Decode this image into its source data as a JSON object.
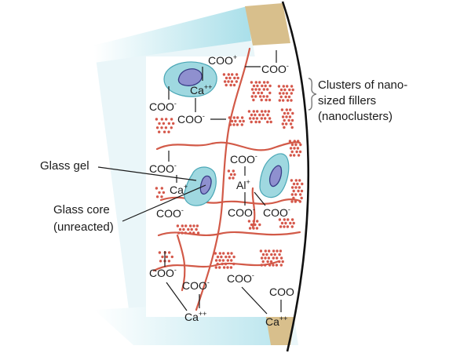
{
  "labels": {
    "clusters_line1": "Clusters of nano-",
    "clusters_line2": "sized fillers",
    "clusters_line3": "(nanoclusters)",
    "glass_gel": "Glass gel",
    "glass_core_line1": "Glass core",
    "glass_core_line2": "(unreacted)"
  },
  "chem": {
    "coo": "COO",
    "minus": "-",
    "plus": "+",
    "ca": "Ca",
    "al": "Al",
    "double_plus": "++"
  },
  "colors": {
    "glass_gel": "#9fd8e0",
    "glass_core": "#8f90cf",
    "polymer_chain": "#d25a48",
    "tooth_band": "#d8bf8c",
    "enamel_edge": "#111111"
  }
}
